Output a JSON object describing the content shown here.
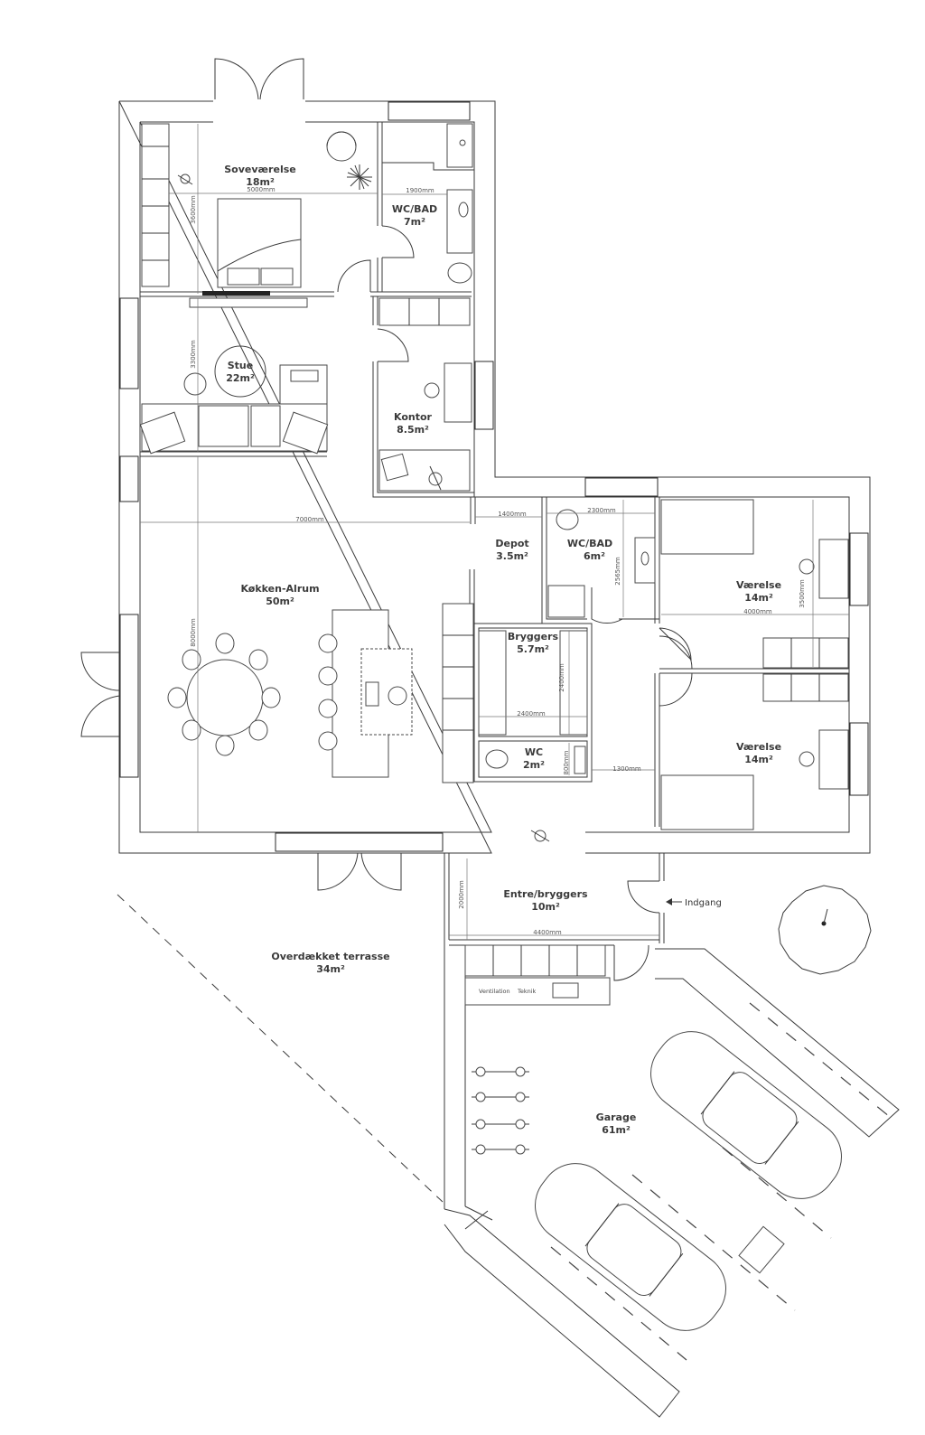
{
  "rooms": {
    "sovevaerelse": {
      "name": "Soveværelse",
      "area": "18m²"
    },
    "wc_bad_1": {
      "name": "WC/BAD",
      "area": "7m²"
    },
    "stue": {
      "name": "Stue",
      "area": "22m²"
    },
    "kontor": {
      "name": "Kontor",
      "area": "8.5m²"
    },
    "kokken": {
      "name": "Køkken-Alrum",
      "area": "50m²"
    },
    "depot": {
      "name": "Depot",
      "area": "3.5m²"
    },
    "wc_bad_2": {
      "name": "WC/BAD",
      "area": "6m²"
    },
    "vaerelse_1": {
      "name": "Værelse",
      "area": "14m²"
    },
    "vaerelse_2": {
      "name": "Værelse",
      "area": "14m²"
    },
    "bryggers": {
      "name": "Bryggers",
      "area": "5.7m²"
    },
    "wc": {
      "name": "WC",
      "area": "2m²"
    },
    "entre": {
      "name": "Entre/bryggers",
      "area": "10m²"
    },
    "terrasse": {
      "name": "Overdækket terrasse",
      "area": "34m²"
    },
    "garage": {
      "name": "Garage",
      "area": "61m²"
    }
  },
  "dimensions": {
    "sove_width": "5000mm",
    "sove_height": "3600mm",
    "bad1_width": "1900mm",
    "stue_height": "3300mm",
    "kokken_width": "7000mm",
    "kokken_height": "8000mm",
    "depot_width": "1400mm",
    "bad2_width": "2300mm",
    "bad2_height": "2565mm",
    "vaer_width": "4000mm",
    "vaer_height": "3500mm",
    "bryg_width": "2400mm",
    "bryg_height": "2400mm",
    "wc_height": "800mm",
    "hall_width": "1300mm",
    "entre_width": "4400mm",
    "entre_height": "2000mm"
  },
  "labels": {
    "entrance": "Indgang",
    "ventilation": "Ventilation",
    "teknik": "Teknik"
  }
}
